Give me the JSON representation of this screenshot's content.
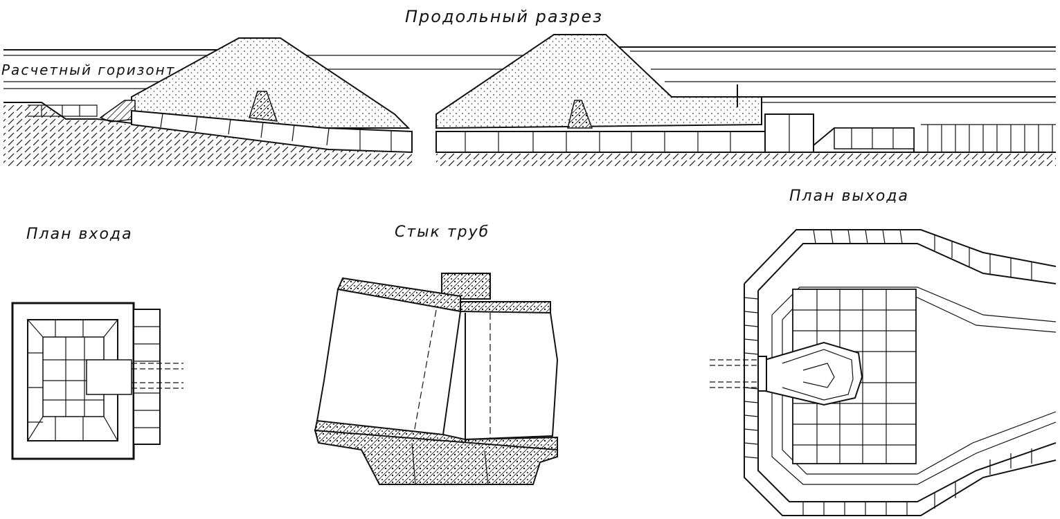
{
  "labels": {
    "longitudinal_section": "Продольный разрез",
    "design_level": "Расчетный горизонт",
    "inlet_plan": "План входа",
    "pipe_joint": "Стык труб",
    "outlet_plan": "План выхода"
  }
}
